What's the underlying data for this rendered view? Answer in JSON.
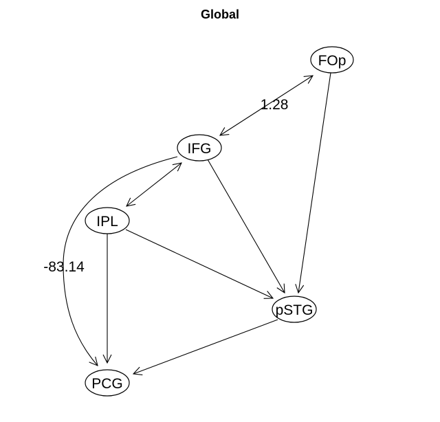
{
  "title": "Global",
  "colors": {
    "stroke": "#000000",
    "background": "#ffffff"
  },
  "nodes": [
    {
      "id": "FOp",
      "label": "FOp"
    },
    {
      "id": "IFG",
      "label": "IFG"
    },
    {
      "id": "IPL",
      "label": "IPL"
    },
    {
      "id": "pSTG",
      "label": "pSTG"
    },
    {
      "id": "PCG",
      "label": "PCG"
    }
  ],
  "edges": [
    {
      "id": "fop-ifg",
      "from": "FOp",
      "to": "IFG",
      "directed": "both",
      "label": "1.28"
    },
    {
      "id": "fop-pstg",
      "from": "FOp",
      "to": "pSTG",
      "directed": "forward",
      "label": ""
    },
    {
      "id": "ifg-ipl",
      "from": "IFG",
      "to": "IPL",
      "directed": "both",
      "label": ""
    },
    {
      "id": "ifg-pstg",
      "from": "IFG",
      "to": "pSTG",
      "directed": "forward",
      "label": ""
    },
    {
      "id": "ifg-pcg",
      "from": "IFG",
      "to": "PCG",
      "directed": "forward",
      "label": "-83.14"
    },
    {
      "id": "ipl-pstg",
      "from": "IPL",
      "to": "pSTG",
      "directed": "forward",
      "label": ""
    },
    {
      "id": "ipl-pcg",
      "from": "IPL",
      "to": "PCG",
      "directed": "forward",
      "label": ""
    },
    {
      "id": "pstg-pcg",
      "from": "pSTG",
      "to": "PCG",
      "directed": "forward",
      "label": ""
    }
  ]
}
